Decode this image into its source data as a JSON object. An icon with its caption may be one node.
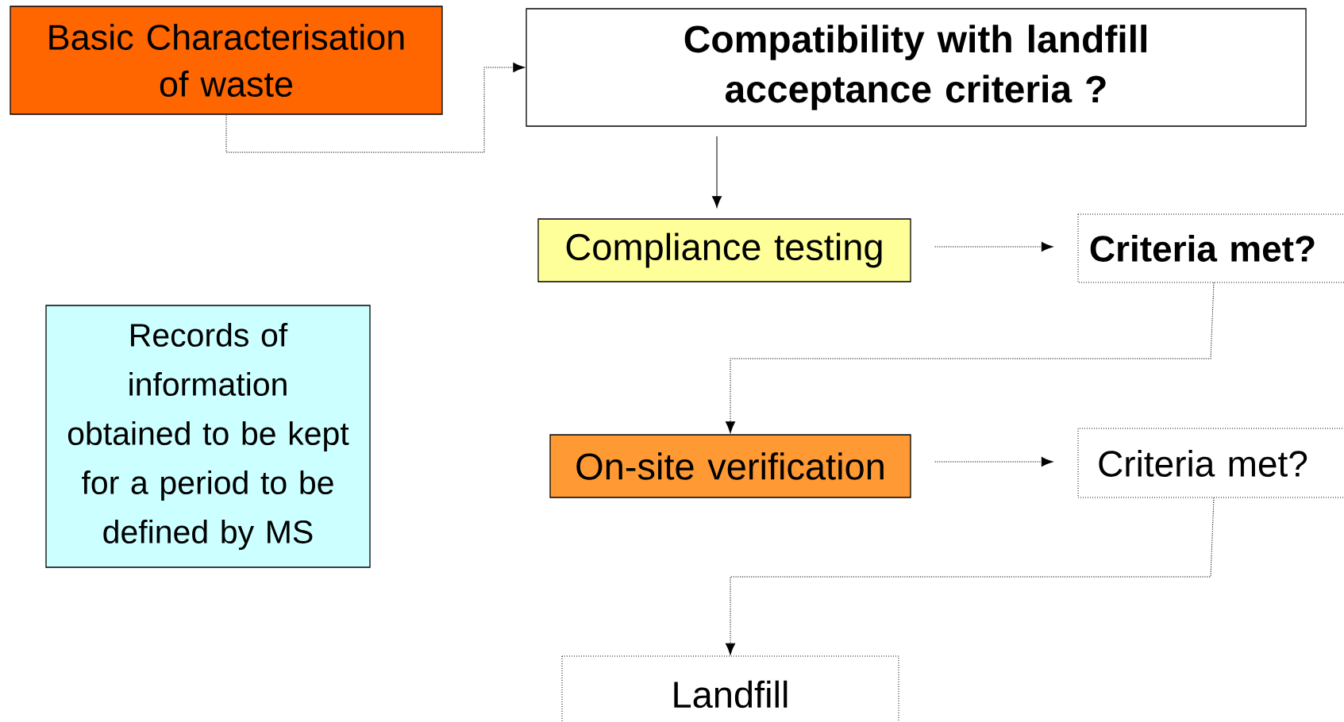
{
  "diagram": {
    "nodes": [
      {
        "text": [
          "Basic Characterisation of waste"
        ]
      },
      {
        "text": [
          "Compatibility with landfill acceptance criteria ?"
        ]
      },
      {
        "text": [
          "Compliance testing"
        ]
      },
      {
        "text": [
          "Criteria met?"
        ]
      },
      {
        "text": [
          "Records of information obtained to be kept for a period to be defined by MS"
        ]
      },
      {
        "text": [
          "On-site verification"
        ]
      },
      {
        "text": [
          "Criteria met?"
        ]
      },
      {
        "text": [
          "Landfill"
        ]
      }
    ],
    "edges": [
      {
        "from": 0,
        "to": 1,
        "arrow": "to",
        "style": "dashed"
      },
      {
        "from": 1,
        "to": 2,
        "arrow": "to"
      },
      {
        "from": 2,
        "to": 3,
        "arrow": "to",
        "style": "dashed"
      },
      {
        "from": 3,
        "to": 5,
        "arrow": "to",
        "style": "dashed"
      },
      {
        "from": 5,
        "to": 6,
        "arrow": "to",
        "style": "dashed"
      },
      {
        "from": 6,
        "to": 7,
        "arrow": "to",
        "style": "dashed"
      }
    ]
  }
}
